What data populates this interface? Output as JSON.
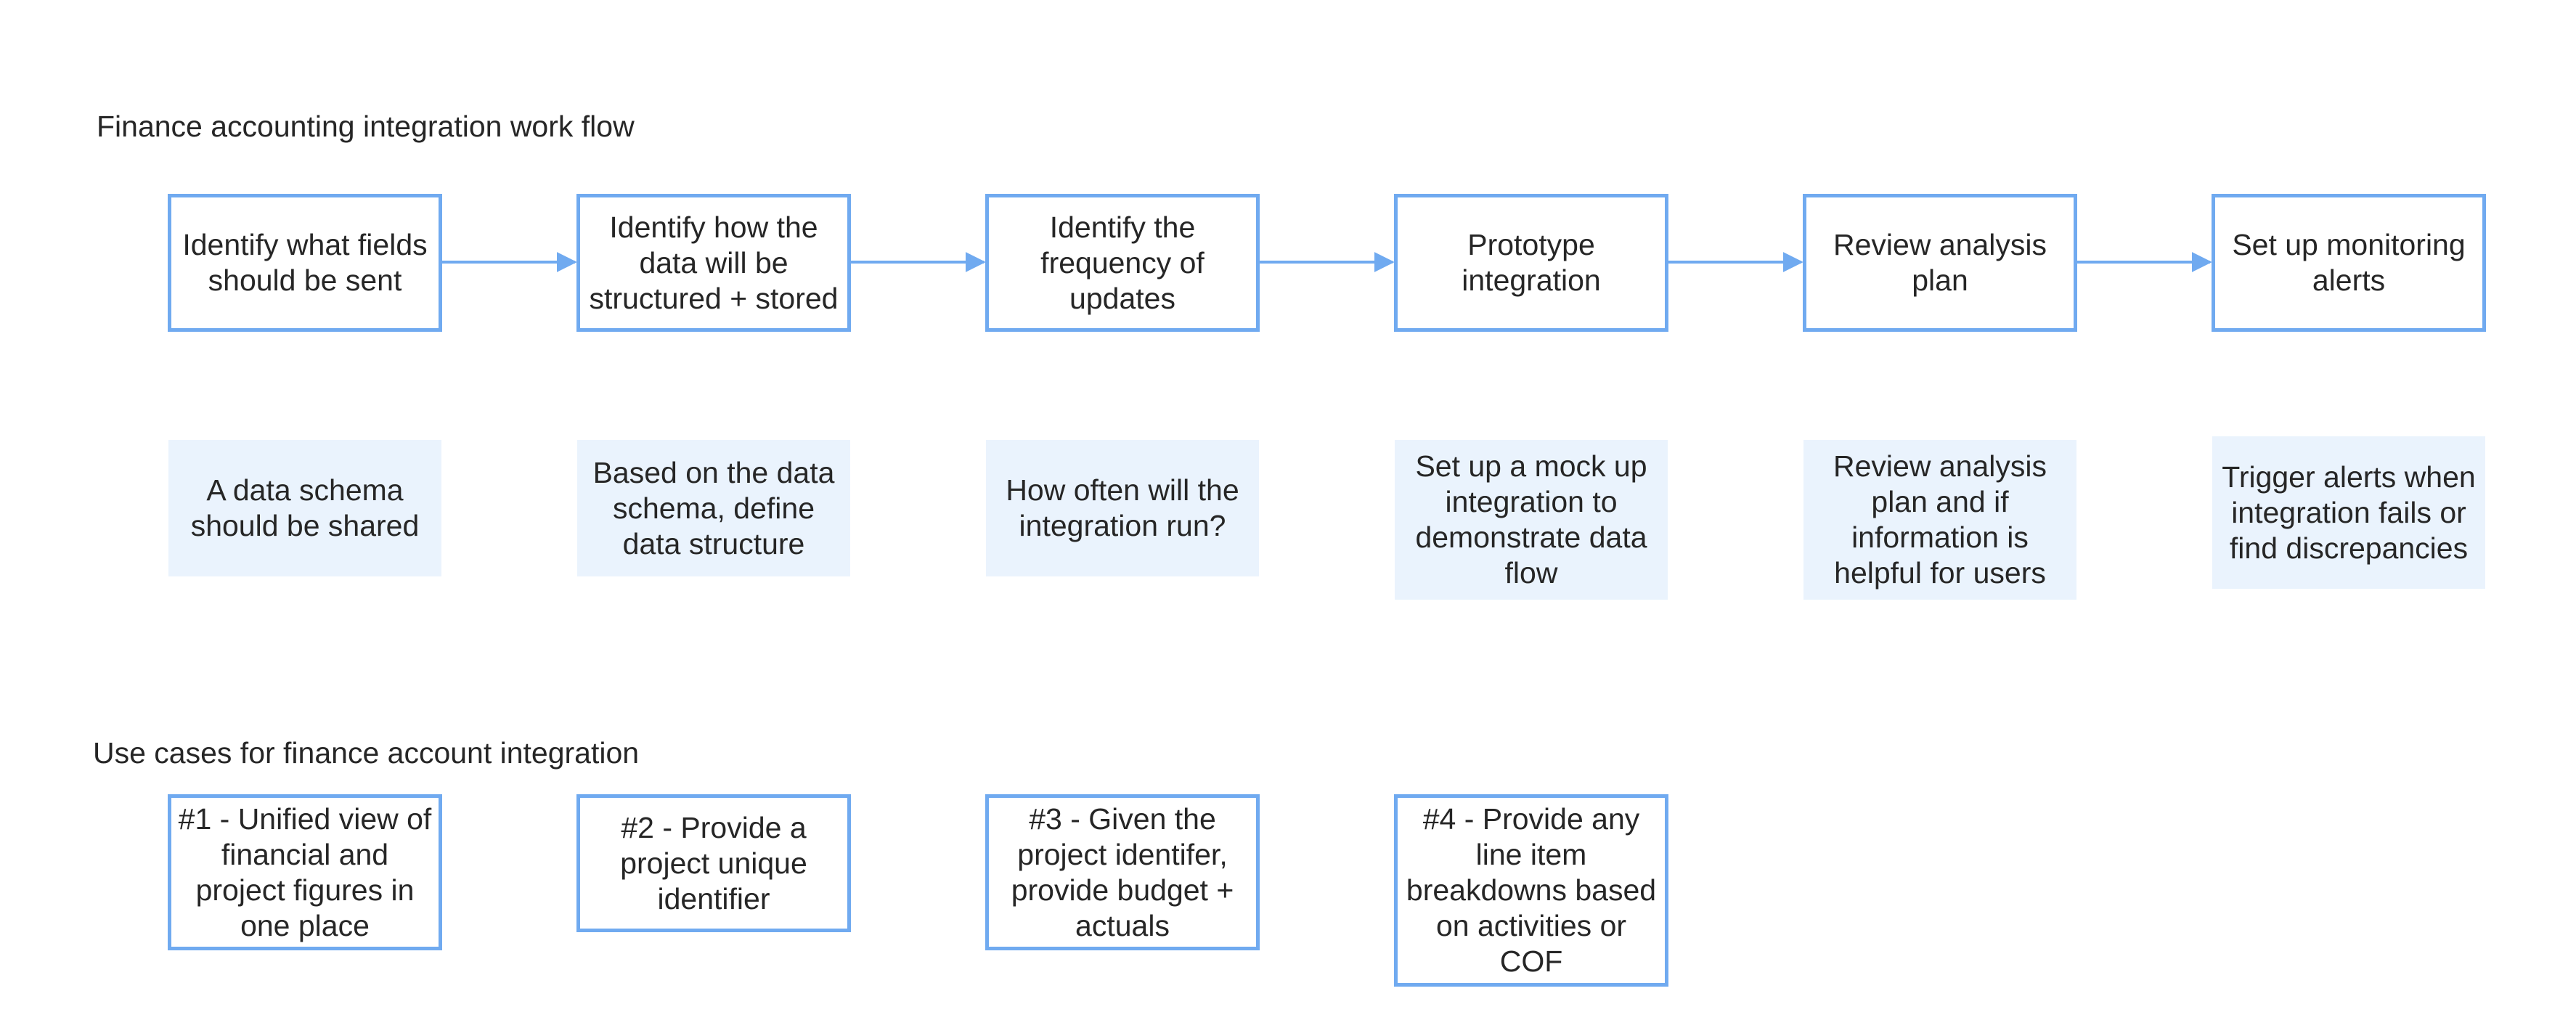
{
  "colors": {
    "stroke": "#70aaf0",
    "note_fill": "#eaf3fd",
    "text": "#262626",
    "background": "#ffffff"
  },
  "workflow": {
    "title": "Finance accounting integration work flow",
    "steps": [
      "Identify what fields should be sent",
      "Identify how the data will be structured + stored",
      "Identify the frequency of updates",
      "Prototype integration",
      "Review analysis plan",
      "Set up monitoring alerts"
    ],
    "notes": [
      "A data schema should be shared",
      "Based on the data schema, define data structure",
      "How often will the integration run?",
      "Set up a mock up integration to demonstrate data flow",
      "Review analysis plan and if information is helpful for users",
      "Trigger alerts when integration fails or find discrepancies"
    ]
  },
  "use_cases": {
    "title": "Use cases for finance account integration",
    "items": [
      "#1 - Unified view of financial and project figures in one place",
      "#2 - Provide a project unique identifier",
      "#3 - Given the project identifer, provide budget + actuals",
      "#4 - Provide any line item breakdowns based on activities or COF"
    ]
  }
}
